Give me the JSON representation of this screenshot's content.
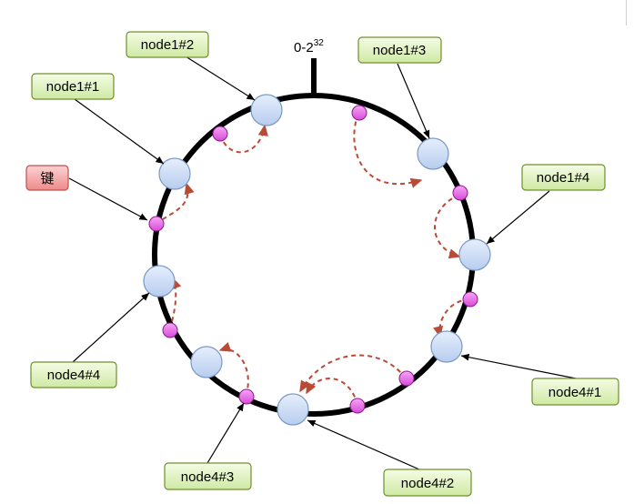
{
  "ring": {
    "label": "0-2",
    "exponent": "32"
  },
  "key": {
    "label": "键"
  },
  "nodes": [
    {
      "id": "node1#1",
      "label": "node1#1"
    },
    {
      "id": "node1#2",
      "label": "node1#2"
    },
    {
      "id": "node1#3",
      "label": "node1#3"
    },
    {
      "id": "node1#4",
      "label": "node1#4"
    },
    {
      "id": "node4#1",
      "label": "node4#1"
    },
    {
      "id": "node4#2",
      "label": "node4#2"
    },
    {
      "id": "node4#3",
      "label": "node4#3"
    },
    {
      "id": "node4#4",
      "label": "node4#4"
    }
  ],
  "colors": {
    "ring": "#000000",
    "node_fill": "#cfe0f7",
    "node_stroke": "#7a98c4",
    "key_point_fill": "#ee7aee",
    "key_point_stroke": "#8a1a8a",
    "label_fill": "#e4f5c4",
    "label_stroke": "#6e8f2c",
    "key_label_fill": "#f4a6a6",
    "key_label_stroke": "#c05050",
    "arrow": "#b94a36"
  }
}
